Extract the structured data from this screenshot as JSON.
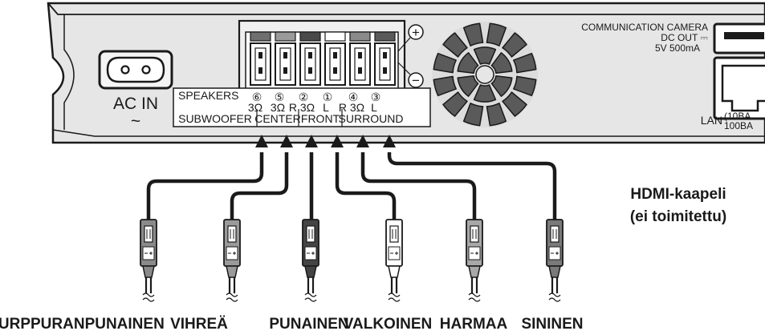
{
  "unit": {
    "ac_label": "AC IN",
    "ac_symbol": "~",
    "speakers_label": "SPEAKERS",
    "comm_camera": "COMMUNICATION CAMERA",
    "dc_out": "DC OUT ⎓",
    "dc_rating": "5V 500mA",
    "lan_label": "LAN",
    "lan_speed_1": "(10BA",
    "lan_speed_2": "100BA"
  },
  "channels": [
    {
      "number": "⑥",
      "impedance": "3Ω",
      "group": "SUBWOOFER",
      "color": "#6f6f6f"
    },
    {
      "number": "⑤",
      "impedance": "3Ω",
      "group": "CENTER",
      "color": "#9a9a9a"
    },
    {
      "number": "②",
      "impedance": "R 3Ω",
      "group": "FRONT",
      "color": "#4a4a4a"
    },
    {
      "number": "①",
      "impedance": "L",
      "group": "",
      "color": "#ffffff"
    },
    {
      "number": "④",
      "impedance": "R 3Ω",
      "group": "SURROUND",
      "color": "#8a8a8a"
    },
    {
      "number": "③",
      "impedance": "L",
      "group": "",
      "color": "#5a5a5a"
    }
  ],
  "polarity": {
    "plus": "+",
    "minus": "−"
  },
  "cables": [
    {
      "label": "PURPPURANPUNAINEN",
      "plug_color": "#8a8a8a"
    },
    {
      "label": "VIHREÄ",
      "plug_color": "#9a9a9a"
    },
    {
      "label": "PUNAINEN",
      "plug_color": "#444444"
    },
    {
      "label": "VALKOINEN",
      "plug_color": "#ffffff"
    },
    {
      "label": "HARMAA",
      "plug_color": "#a8a8a8"
    },
    {
      "label": "SININEN",
      "plug_color": "#7a7a7a"
    }
  ],
  "hdmi_note": {
    "line1": "HDMI-kaapeli",
    "line2": "(ei toimitettu)"
  }
}
